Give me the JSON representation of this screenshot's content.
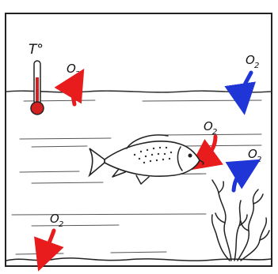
{
  "diagram": {
    "temperature_symbol": "T°",
    "oxygen_labels": {
      "surface_out": {
        "base": "O",
        "subscript": "2"
      },
      "surface_in": {
        "base": "O",
        "subscript": "2"
      },
      "fish": {
        "base": "O",
        "subscript": "2"
      },
      "plant": {
        "base": "O",
        "subscript": "2"
      },
      "bottom": {
        "base": "O",
        "subscript": "2"
      }
    },
    "colors": {
      "release_arrow": "#e81c1c",
      "supply_arrow": "#1f35d6",
      "thermometer": "#d42020"
    },
    "icons": [
      "thermometer-icon",
      "fish-icon",
      "water-plant-icon",
      "red-arrow-icon",
      "blue-arrow-icon"
    ]
  }
}
